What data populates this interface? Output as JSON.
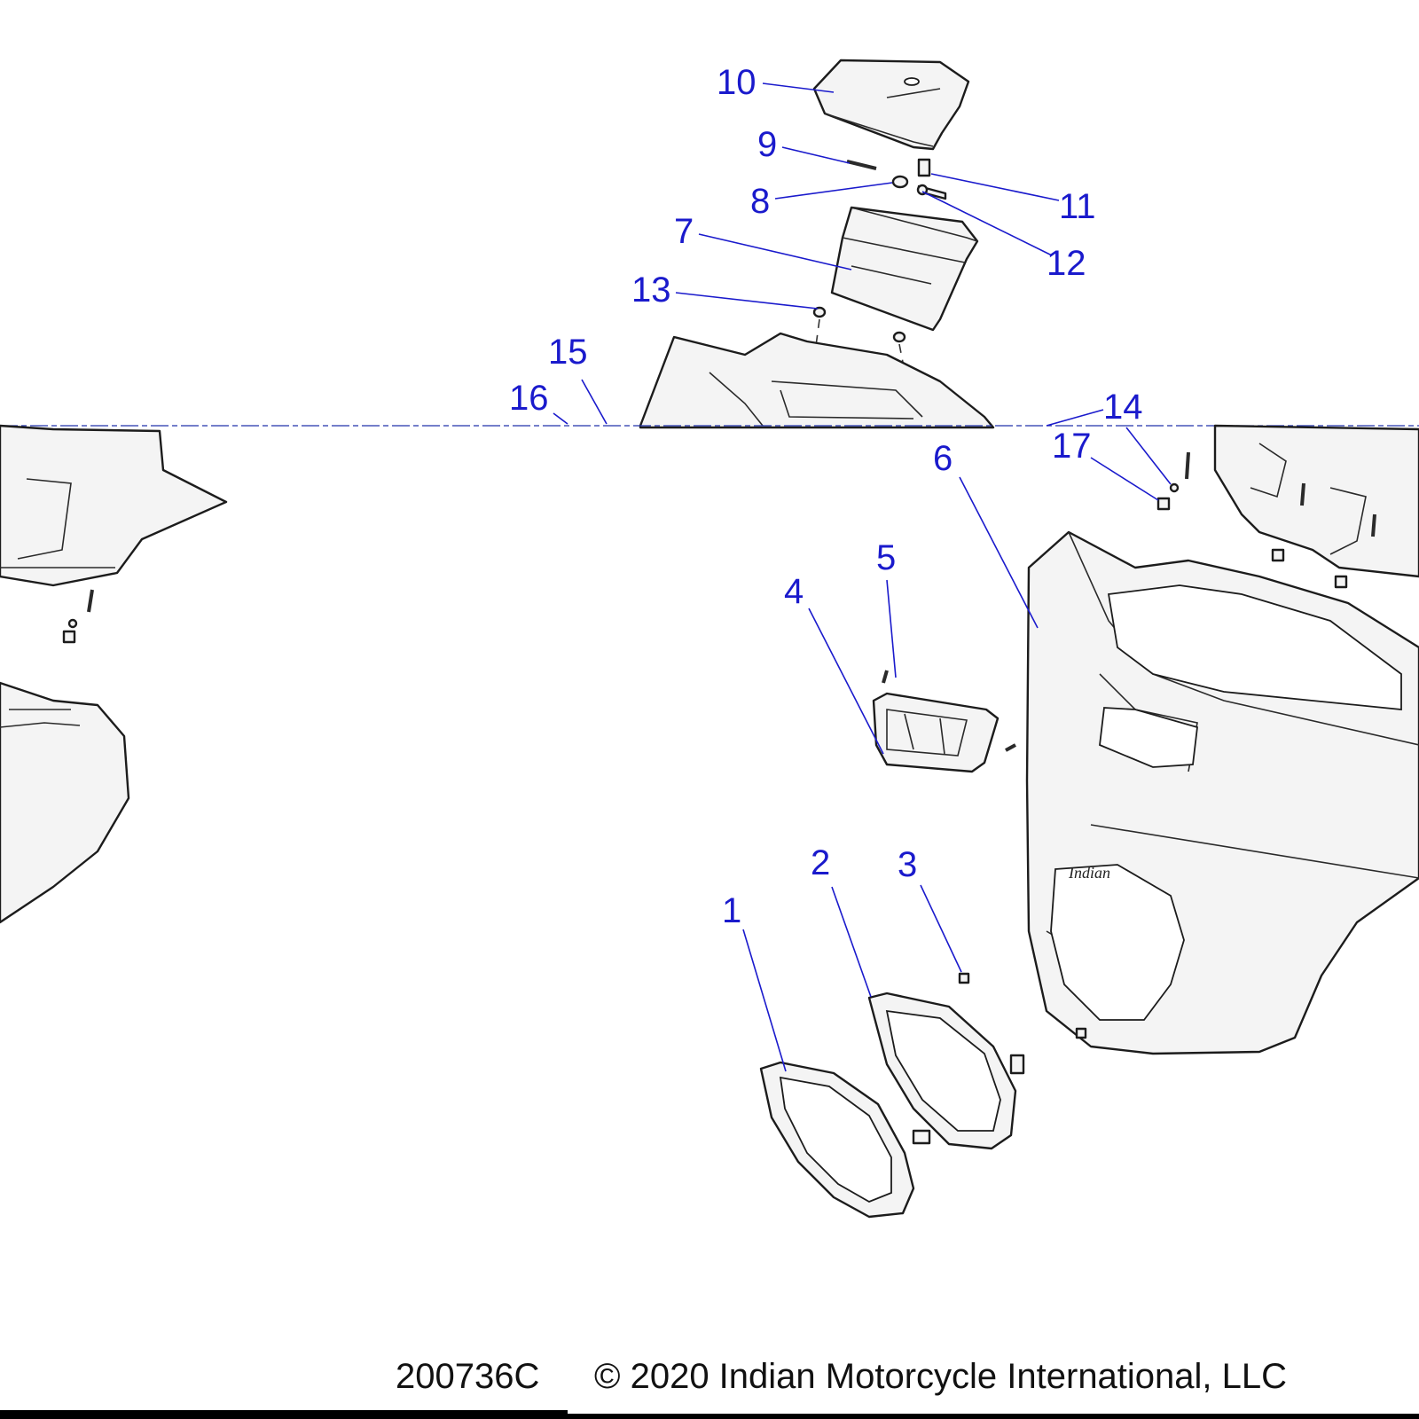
{
  "diagram": {
    "type": "exploded-parts-diagram",
    "callout_color": "#1a1acc",
    "callouts": [
      "1",
      "2",
      "3",
      "4",
      "5",
      "6",
      "7",
      "8",
      "9",
      "10",
      "11",
      "12",
      "13",
      "14",
      "15",
      "16",
      "17"
    ]
  },
  "footer": {
    "drawing_number": "200736C",
    "copyright": "© 2020 Indian Motorcycle International, LLC"
  }
}
